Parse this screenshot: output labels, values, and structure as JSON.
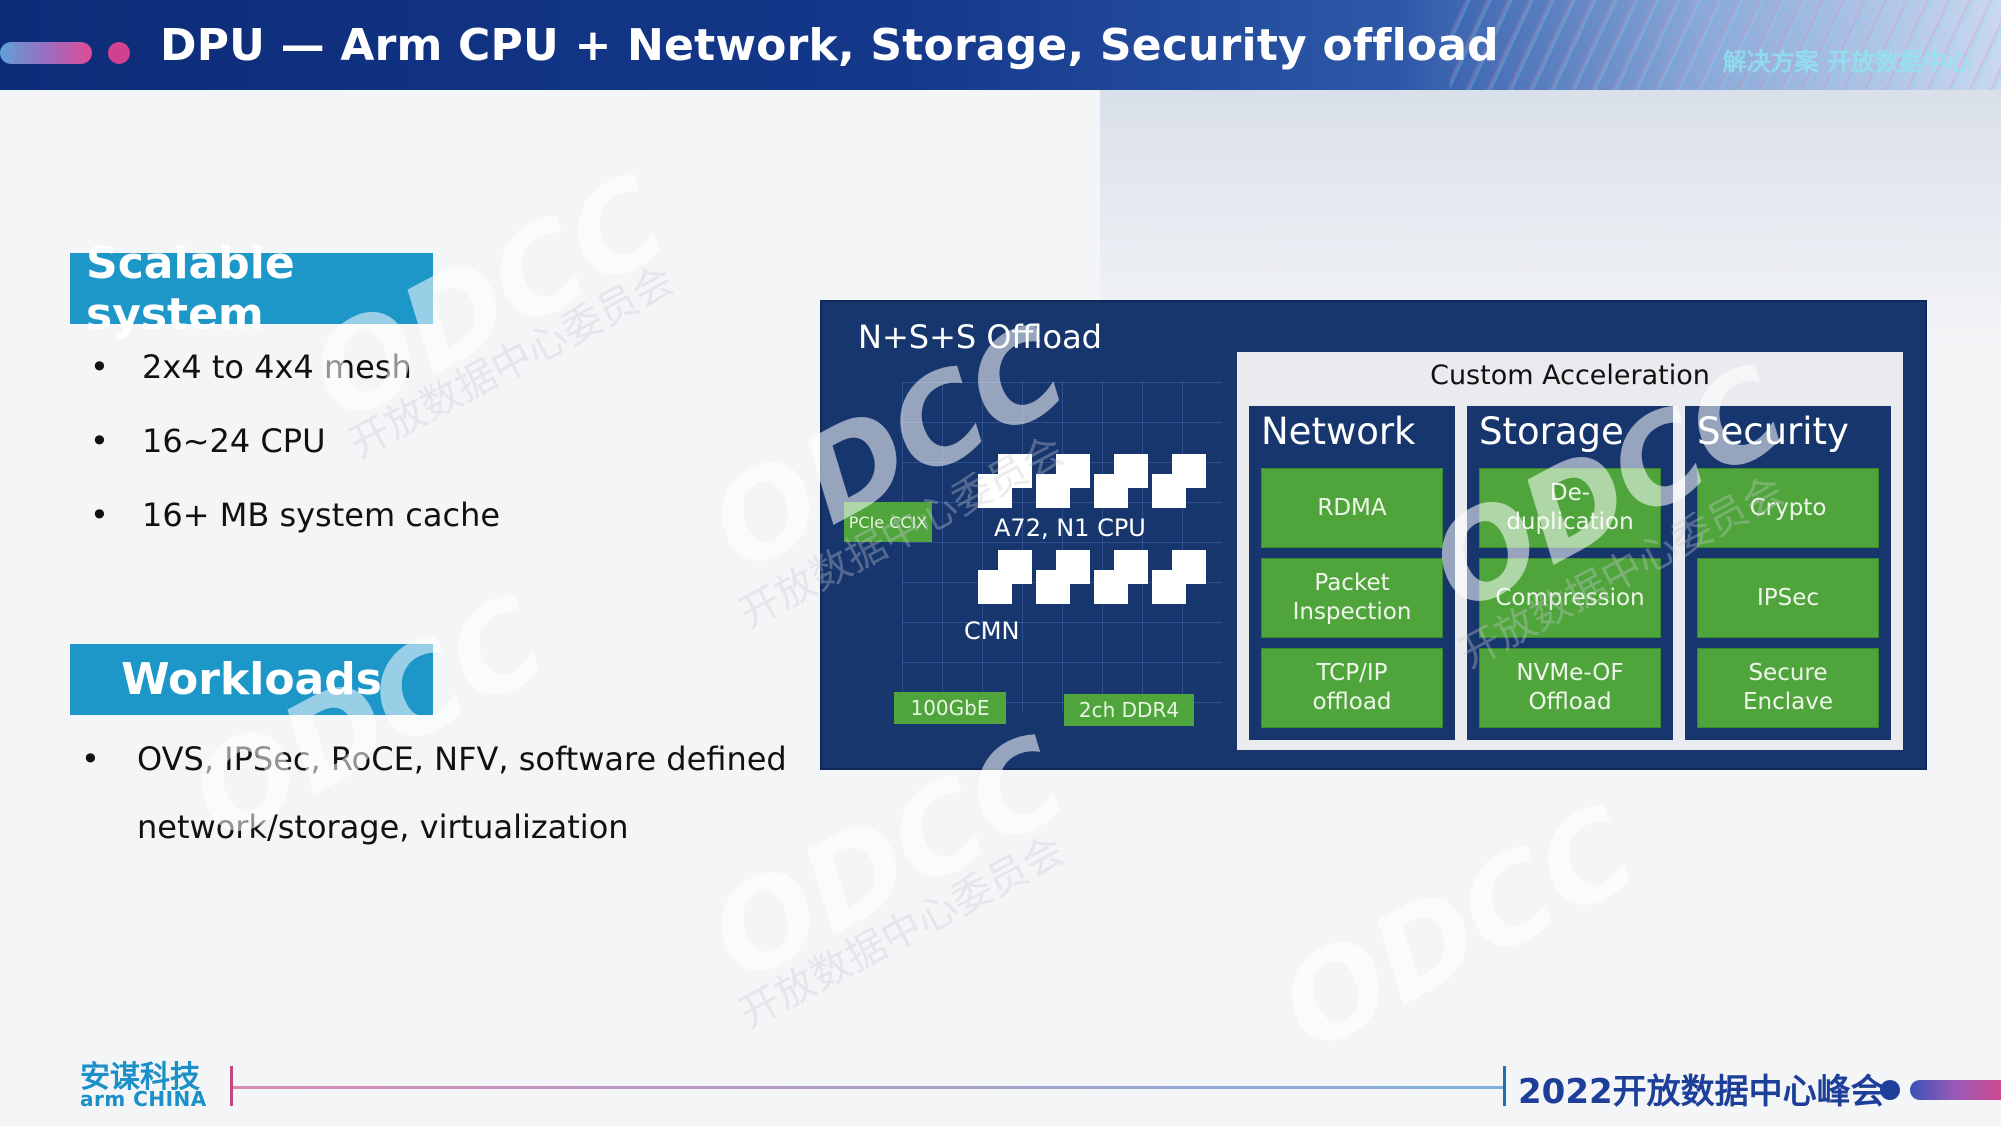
{
  "header": {
    "title": "DPU — Arm CPU + Network, Storage, Security offload",
    "right_text": "解决方案 开放数据中心"
  },
  "scalable": {
    "heading": "Scalable system",
    "bullets": [
      "2x4 to 4x4 mesh",
      "16~24  CPU",
      "16+ MB system cache"
    ]
  },
  "workloads": {
    "heading": "Workloads",
    "line1": "OVS, IPSec, RoCE, NFV, software defined",
    "line2": "network/storage, virtualization"
  },
  "diagram": {
    "title": "N+S+S Offload",
    "pcie_label": "PCIe CCIX",
    "cpu_label": "A72, N1 CPU",
    "cmn_label": "CMN",
    "eth_label": "100GbE",
    "ddr_label": "2ch DDR4",
    "custom_acceleration": "Custom Acceleration",
    "columns": [
      {
        "title": "Network",
        "items": [
          "RDMA",
          "Packet Inspection",
          "TCP/IP offload"
        ]
      },
      {
        "title": "Storage",
        "items": [
          "De-duplication",
          "Compression",
          "NVMe-OF Offload"
        ]
      },
      {
        "title": "Security",
        "items": [
          "Crypto",
          "IPSec",
          "Secure Enclave"
        ]
      }
    ]
  },
  "footer": {
    "logo_cn": "安谋科技",
    "logo_en": "arm CHINA",
    "event": "2022开放数据中心峰会"
  },
  "watermark": {
    "brand": "ODCC",
    "sub": "开放数据中心委员会"
  }
}
